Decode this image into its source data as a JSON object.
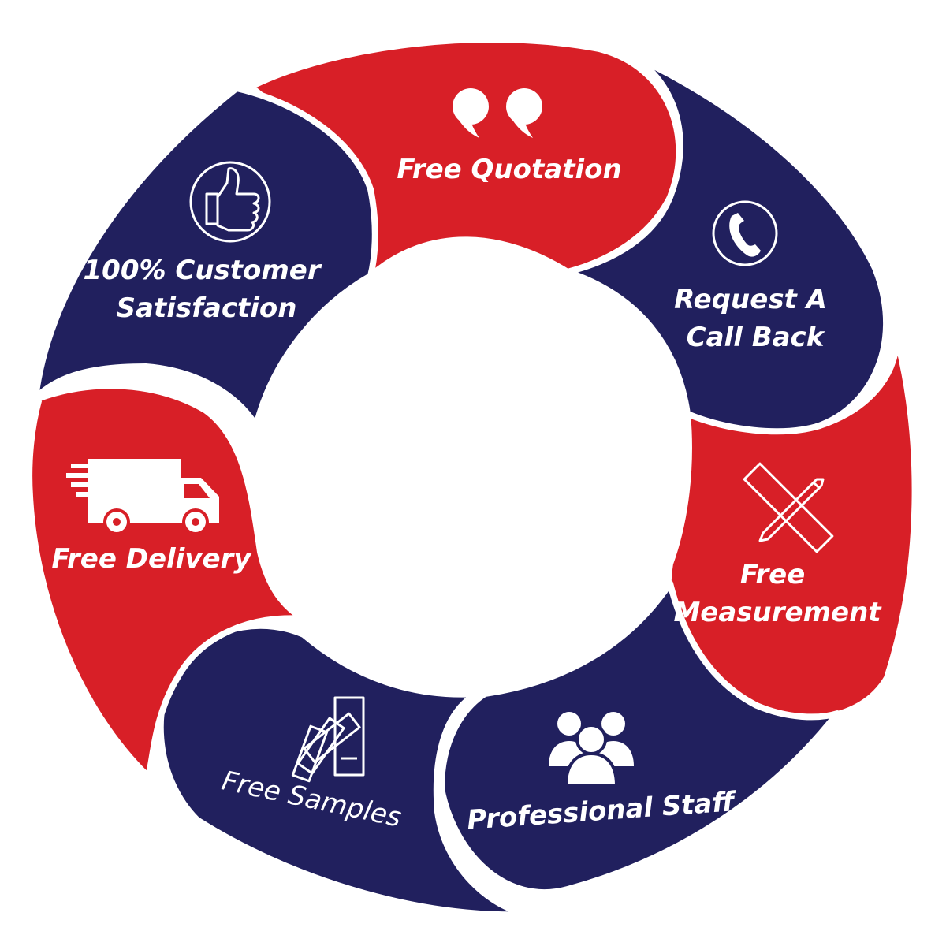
{
  "colors": {
    "red": "#d81f27",
    "navy": "#21205e",
    "text": "#ffffff",
    "gap": "#ffffff"
  },
  "segments": [
    {
      "id": "free-quotation",
      "icon": "quote-icon",
      "color": "red",
      "lines": [
        "Free Quotation"
      ]
    },
    {
      "id": "request-call-back",
      "icon": "phone-icon",
      "color": "navy",
      "lines": [
        "Request A",
        "Call Back"
      ]
    },
    {
      "id": "free-measurement",
      "icon": "ruler-pencil-icon",
      "color": "red",
      "lines": [
        "Free",
        "Measurement"
      ]
    },
    {
      "id": "professional-staff",
      "icon": "people-icon",
      "color": "navy",
      "lines": [
        "Professional Staff"
      ]
    },
    {
      "id": "free-samples",
      "icon": "swatch-fan-icon",
      "color": "navy",
      "lines": [
        "Free Samples"
      ]
    },
    {
      "id": "free-delivery",
      "icon": "delivery-truck-icon",
      "color": "red",
      "lines": [
        "Free Delivery"
      ]
    },
    {
      "id": "customer-satisfaction",
      "icon": "thumbs-up-icon",
      "color": "navy",
      "lines": [
        "100% Customer",
        "Satisfaction"
      ]
    }
  ]
}
